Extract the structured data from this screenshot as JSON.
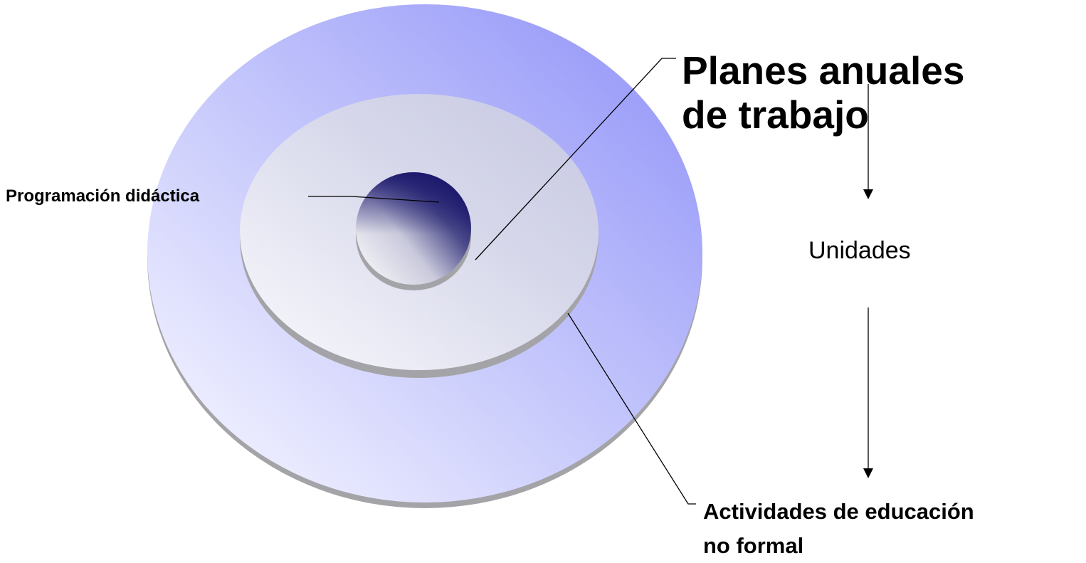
{
  "diagram": {
    "labels": {
      "programacion": "Programación didáctica",
      "planes_line1": "Planes anuales",
      "planes_line2": "de trabajo",
      "unidades": "Unidades",
      "actividades_line1": "Actividades de educación",
      "actividades_line2": "no formal"
    },
    "colors": {
      "outer_disc_light": "#f4f4fe",
      "outer_disc_dark": "#9a9cfa",
      "middle_disc_light": "#f7f7fb",
      "middle_disc_dark": "#cdcfe6",
      "inner_disc_light": "#ffffff",
      "inner_disc_dark": "#1a1670",
      "disc_edge": "#a6a6a6",
      "connector": "#000000"
    }
  }
}
